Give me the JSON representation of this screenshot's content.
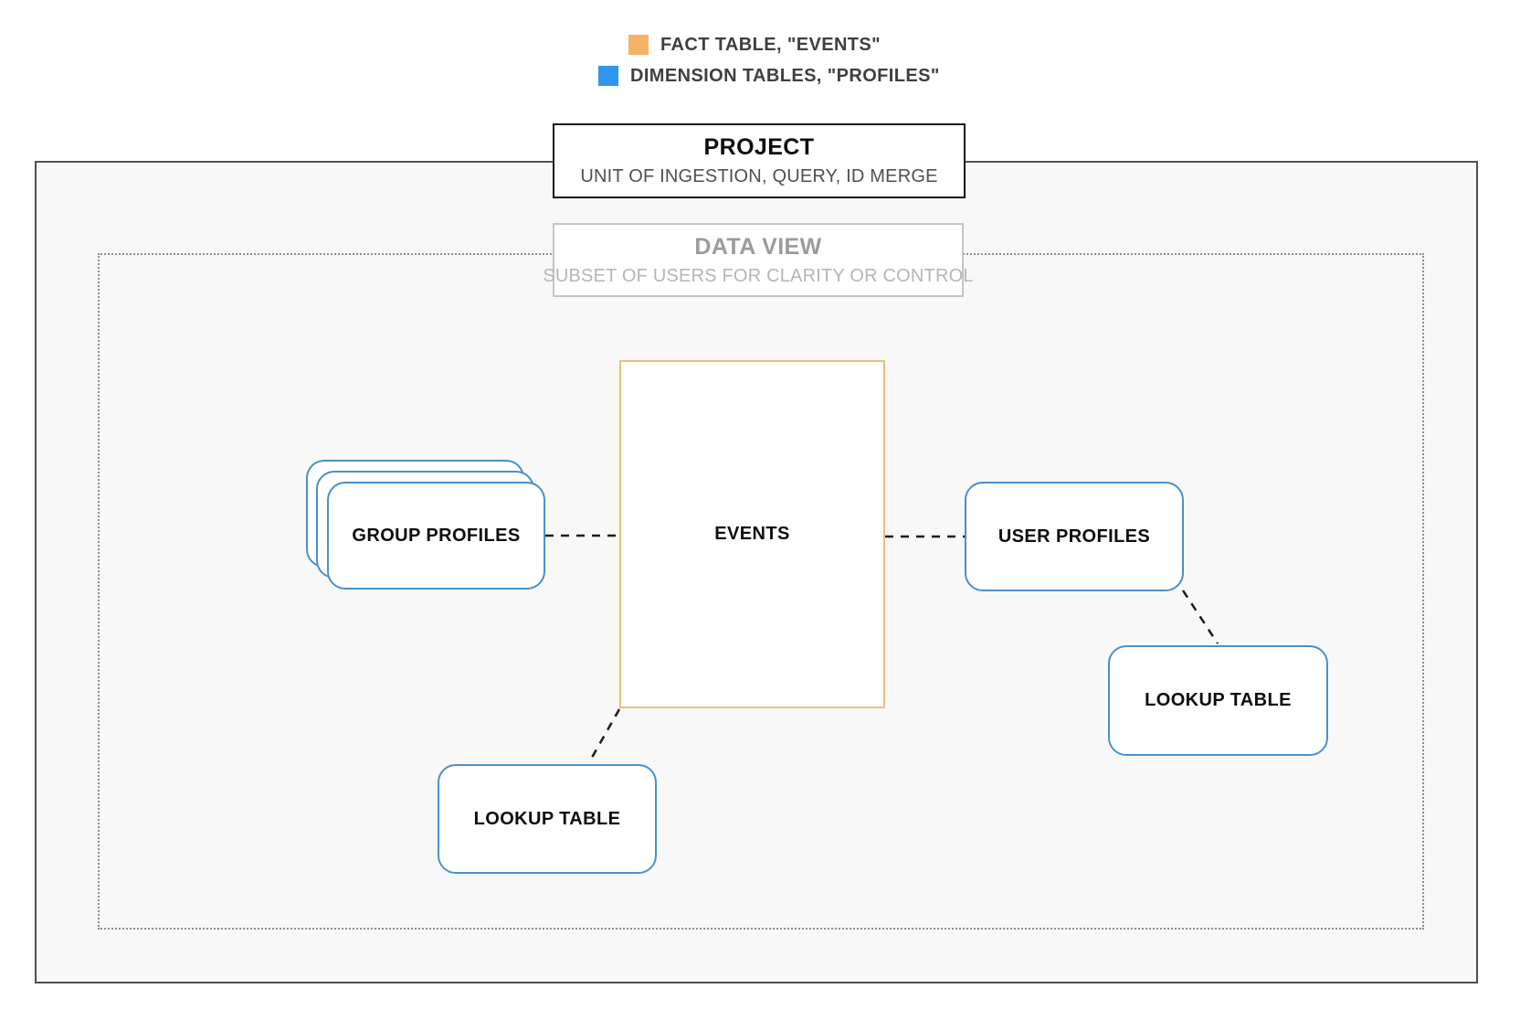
{
  "colors": {
    "fact_swatch": "#f7b164",
    "dimension_swatch": "#2e96ef",
    "fact_border": "#ecbe7d",
    "dimension_border": "#4a90c8"
  },
  "legend": {
    "fact": {
      "label": "FACT TABLE, \"EVENTS\""
    },
    "dimension": {
      "label": "DIMENSION TABLES, \"PROFILES\""
    }
  },
  "project": {
    "title": "PROJECT",
    "subtitle": "UNIT OF INGESTION, QUERY, ID MERGE"
  },
  "data_view": {
    "title": "DATA VIEW",
    "subtitle": "SUBSET OF USERS FOR CLARITY OR CONTROL"
  },
  "nodes": {
    "events": {
      "label": "EVENTS"
    },
    "group_profiles": {
      "label": "GROUP PROFILES"
    },
    "user_profiles": {
      "label": "USER PROFILES"
    },
    "lookup_left": {
      "label": "LOOKUP TABLE"
    },
    "lookup_right": {
      "label": "LOOKUP TABLE"
    }
  }
}
